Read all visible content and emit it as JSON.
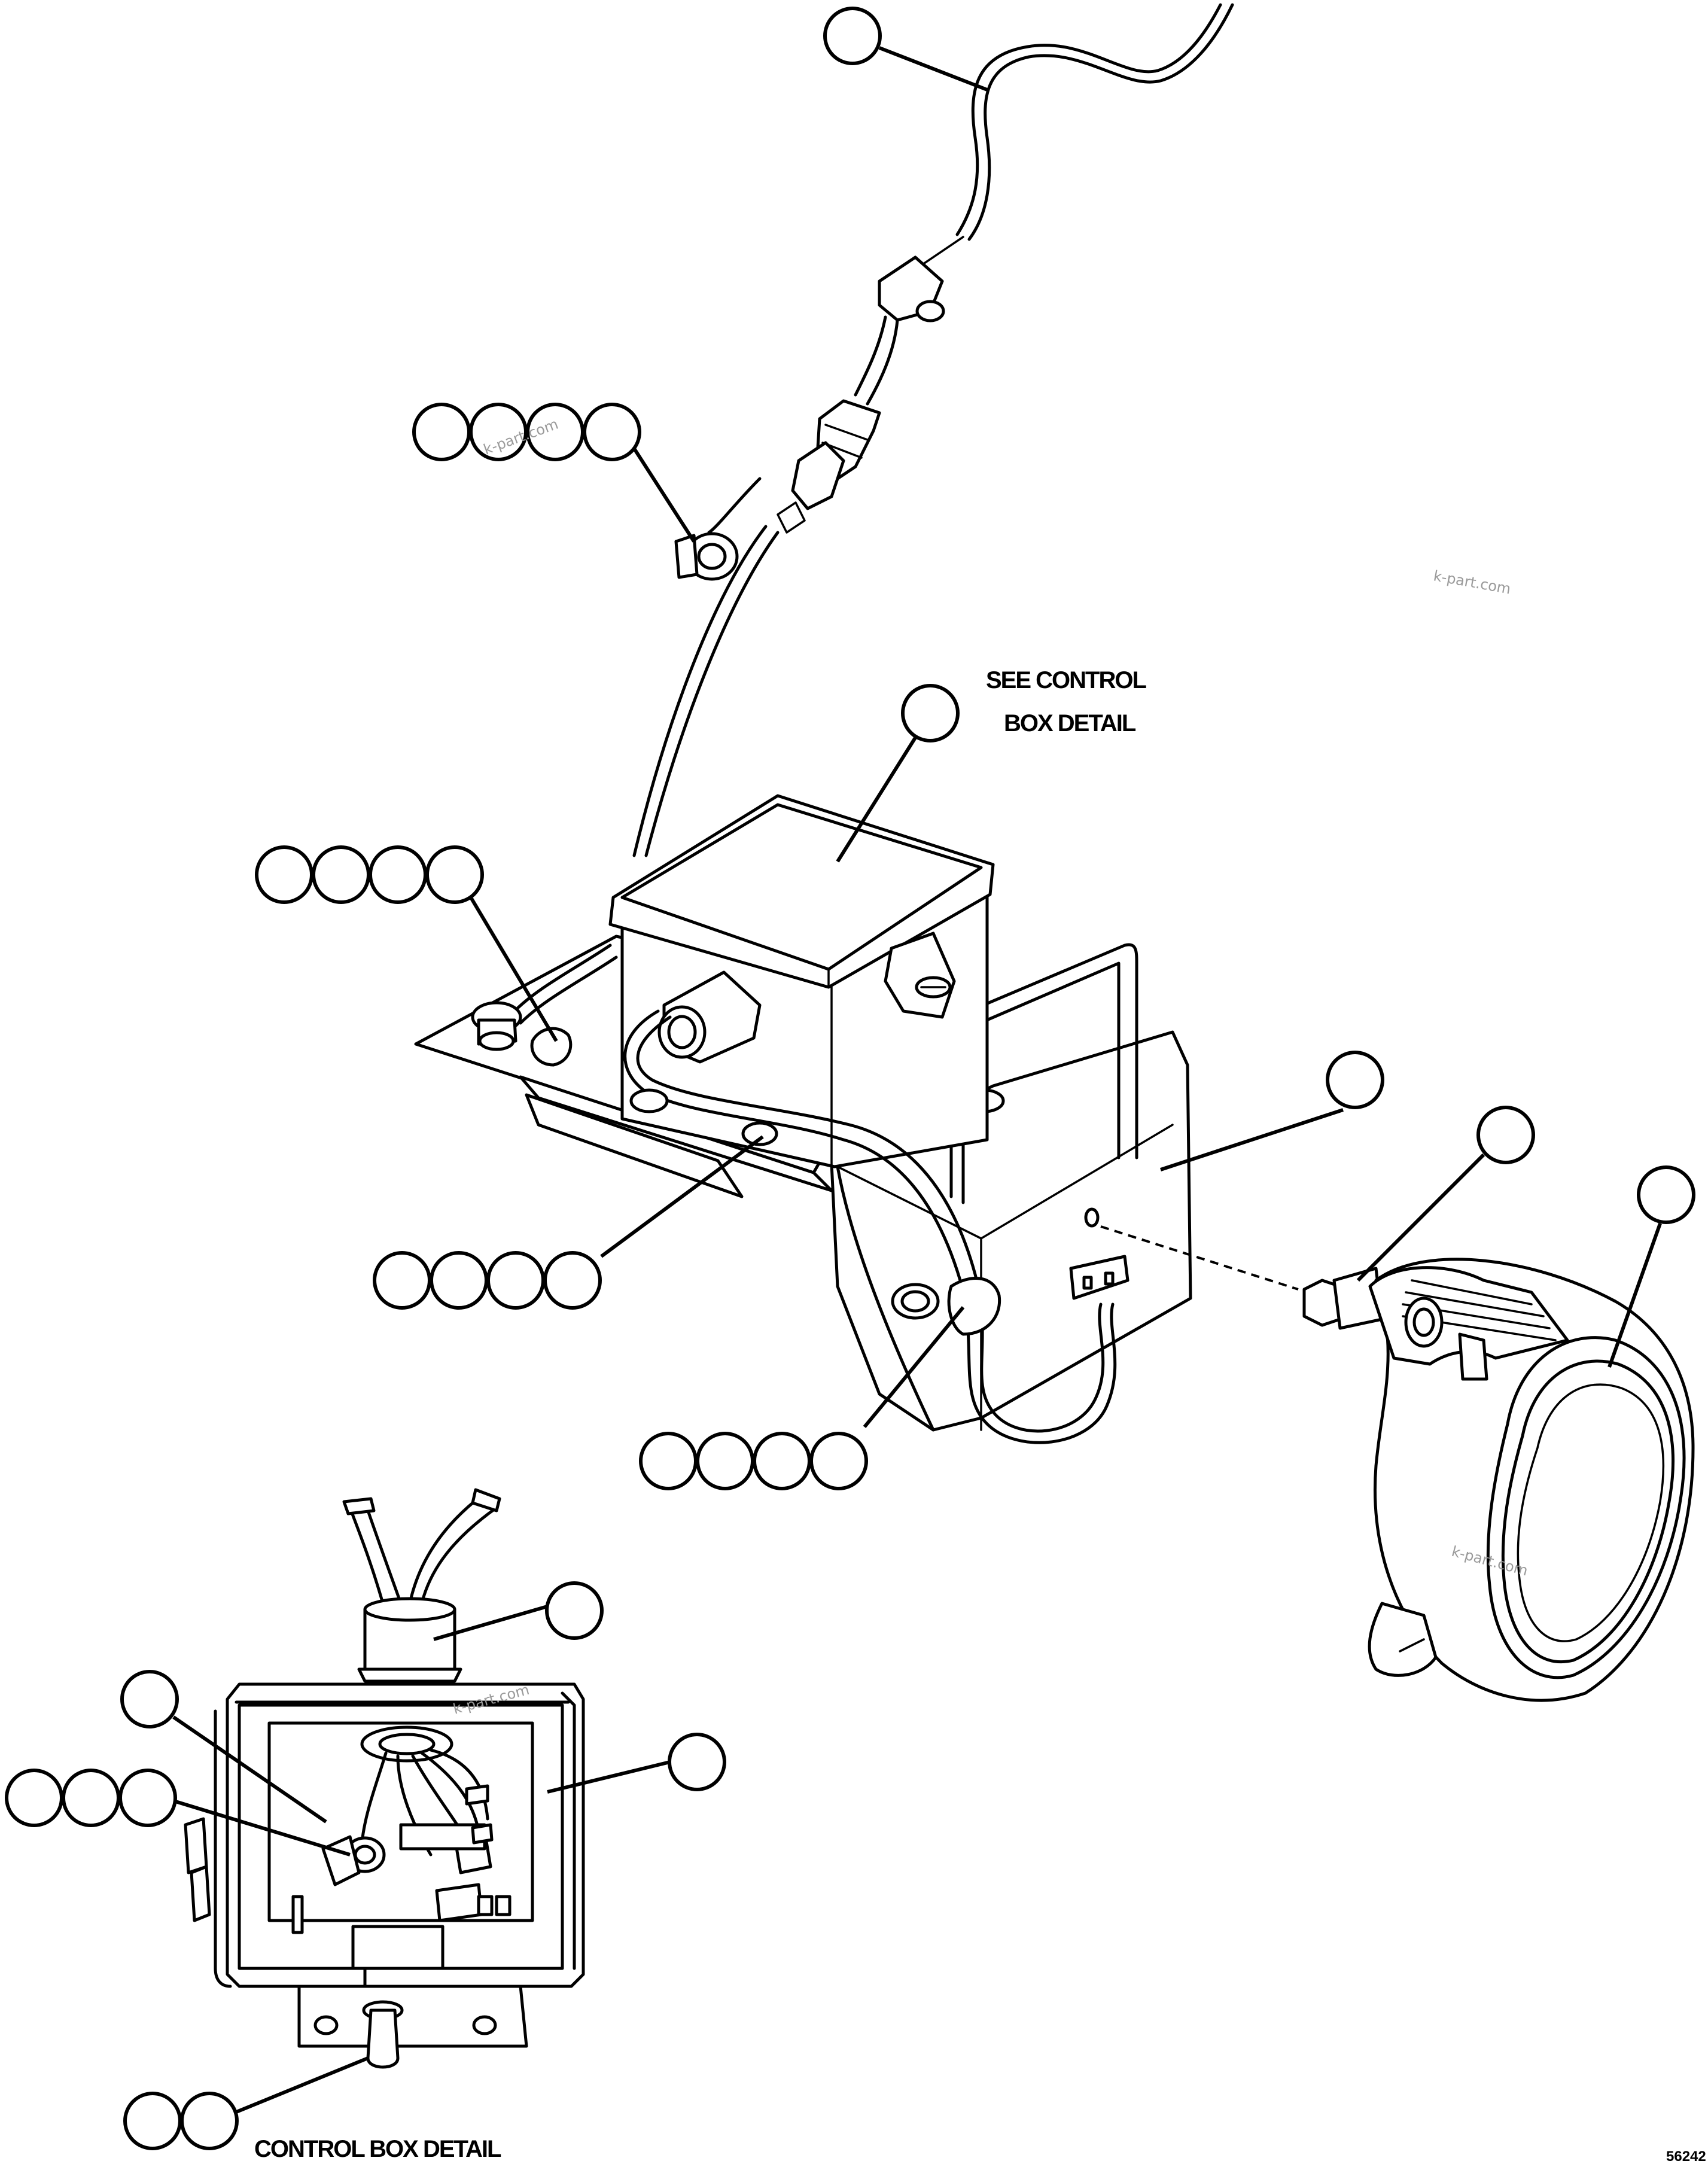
{
  "labels": {
    "see_control": "SEE CONTROL",
    "box_detail": "BOX DETAIL",
    "control_box_detail": "CONTROL BOX DETAIL",
    "drawing_number": "56242"
  },
  "watermarks": [
    "k-part.com",
    "k-part.com",
    "k-part.com",
    "k-part.com"
  ],
  "callout_groups": [
    {
      "id": "harness-cable",
      "bubbles": 1
    },
    {
      "id": "ground-lug",
      "bubbles": 4
    },
    {
      "id": "control-box",
      "bubbles": 1
    },
    {
      "id": "harness-clamp",
      "bubbles": 4
    },
    {
      "id": "mount-bracket",
      "bubbles": 1
    },
    {
      "id": "lamp-stud",
      "bubbles": 1
    },
    {
      "id": "work-lamp",
      "bubbles": 1
    },
    {
      "id": "bracket-hardware",
      "bubbles": 4
    },
    {
      "id": "cable-clip",
      "bubbles": 4
    },
    {
      "id": "grommet",
      "bubbles": 1
    },
    {
      "id": "box-body",
      "bubbles": 1
    },
    {
      "id": "box-lid",
      "bubbles": 1
    },
    {
      "id": "terminal-hardware",
      "bubbles": 3
    },
    {
      "id": "toggle-switch",
      "bubbles": 2
    }
  ]
}
